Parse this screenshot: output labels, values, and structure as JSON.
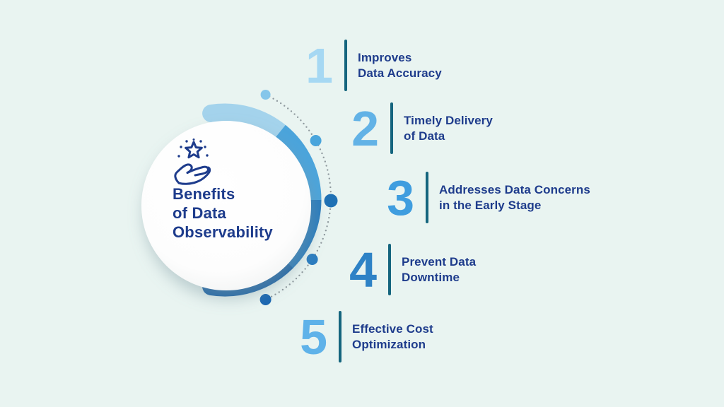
{
  "title": {
    "lines": [
      "Benefits",
      "of Data",
      "Observability"
    ]
  },
  "center_icon": "hand-holding-star",
  "items": [
    {
      "number": "1",
      "number_color": "#a6d8f3",
      "label_line1": "Improves",
      "label_line2": "Data Accuracy"
    },
    {
      "number": "2",
      "number_color": "#62b2e6",
      "label_line1": "Timely Delivery",
      "label_line2": "of Data"
    },
    {
      "number": "3",
      "number_color": "#3f9ddf",
      "label_line1": "Addresses Data Concerns",
      "label_line2": "in the Early Stage"
    },
    {
      "number": "4",
      "number_color": "#2e82c6",
      "label_line1": "Prevent Data",
      "label_line2": "Downtime"
    },
    {
      "number": "5",
      "number_color": "#5fb2e9",
      "label_line1": "Effective Cost",
      "label_line2": "Optimization"
    }
  ],
  "colors": {
    "background": "#e9f4f1",
    "text": "#1e3c8c",
    "divider": "#15657e",
    "ring_segments": [
      "#a4d3ec",
      "#4ba4db",
      "#2a7cbd",
      "#1b63a8"
    ],
    "progress_dots": [
      "#85c6ea",
      "#4aa5dc",
      "#1e70b4",
      "#2a7cbf",
      "#1a66b0"
    ],
    "dotted_line": "#8f999e",
    "circle_fill": "#ffffff"
  }
}
